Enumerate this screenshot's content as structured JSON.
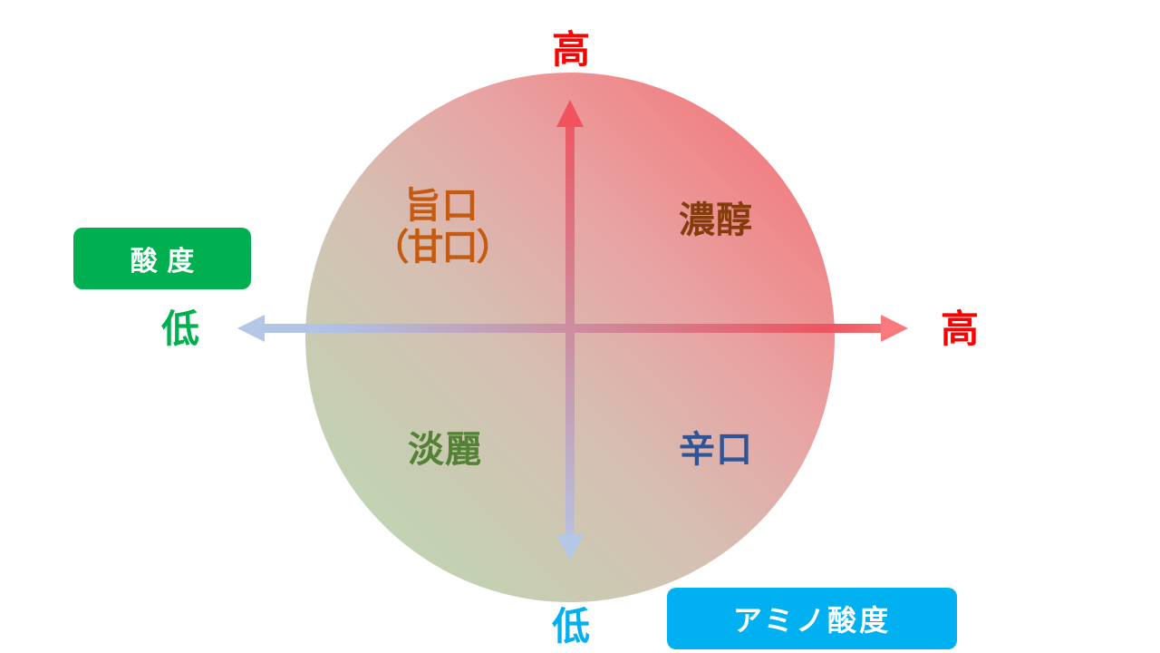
{
  "diagram": {
    "title_badges": {
      "acidity": {
        "label": "酸 度",
        "color": "#00b050"
      },
      "amino_acidity": {
        "label": "アミノ酸度",
        "color": "#00b0f0"
      }
    },
    "axes": {
      "horizontal": {
        "name": "酸度",
        "low": "低",
        "high": "高",
        "low_color": "#00b050",
        "high_color": "#ff0000"
      },
      "vertical": {
        "name": "アミノ酸度",
        "low": "低",
        "high": "高",
        "low_color": "#00b0f0",
        "high_color": "#ff0000"
      }
    },
    "quadrants": {
      "top_left": {
        "line1": "旨口",
        "line2": "（甘口）",
        "color": "#c55a11"
      },
      "top_right": {
        "label": "濃醇",
        "color": "#843c0c"
      },
      "bottom_left": {
        "label": "淡麗",
        "color": "#548235"
      },
      "bottom_right": {
        "label": "辛口",
        "color": "#2f5597"
      }
    },
    "colors": {
      "circle_high": "#f56a6f",
      "circle_low": "#bcd8b4",
      "arrow_high": "#f0535d",
      "arrow_low": "#b4c7e7"
    }
  }
}
